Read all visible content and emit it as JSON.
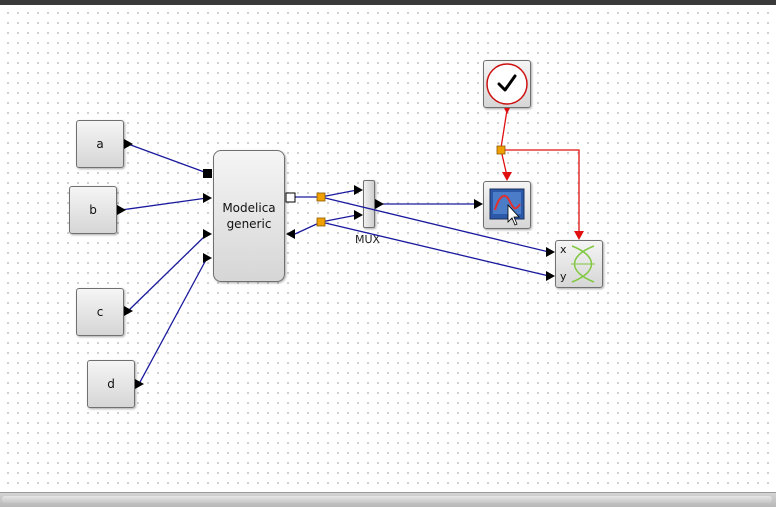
{
  "diagram": {
    "blocks": {
      "a": {
        "label": "a"
      },
      "b": {
        "label": "b"
      },
      "c": {
        "label": "c"
      },
      "d": {
        "label": "d"
      },
      "modelica": {
        "line1": "Modelica",
        "line2": "generic"
      },
      "mux": {
        "label": "MUX"
      },
      "clock": {
        "icon": "checkmark-clock-icon"
      },
      "scope": {
        "icon": "scope-display-icon"
      },
      "xy_scope": {
        "icon": "xy-lissajous-icon",
        "port_x": "x",
        "port_y": "y"
      }
    },
    "colors": {
      "data_link": "#1a1a9e",
      "activation_link": "#e01010",
      "split_point": "#f0a000"
    }
  }
}
